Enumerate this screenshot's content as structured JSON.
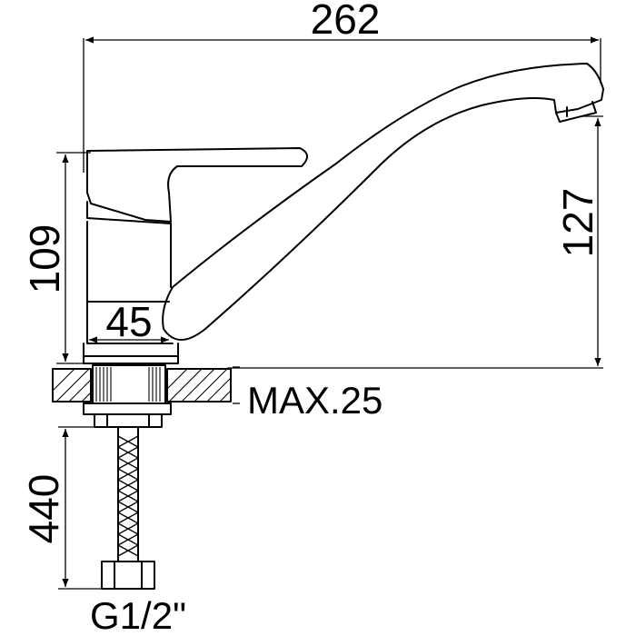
{
  "dimensions": {
    "overall_width": "262",
    "body_height": "109",
    "spout_height": "127",
    "base_diameter": "45",
    "max_deck_thickness": "MAX.25",
    "hose_length": "440",
    "thread": "G1/2\""
  }
}
